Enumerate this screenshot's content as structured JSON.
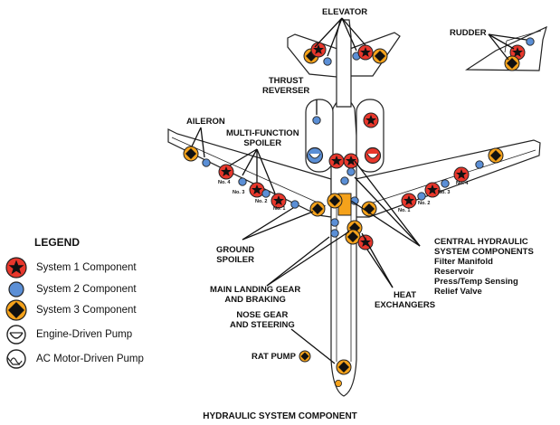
{
  "labels": {
    "elevator": "ELEVATOR",
    "rudder": "RUDDER",
    "thrust_reverser": [
      "THRUST",
      "REVERSER"
    ],
    "aileron": "AILERON",
    "multi_function_spoiler": [
      "MULTI-FUNCTION",
      "SPOILER"
    ],
    "ground_spoiler": [
      "GROUND",
      "SPOILER"
    ],
    "main_landing_gear": [
      "MAIN LANDING GEAR",
      "AND BRAKING"
    ],
    "nose_gear": [
      "NOSE GEAR",
      "AND STEERING"
    ],
    "rat_pump": "RAT PUMP",
    "heat_exchangers": [
      "HEAT",
      "EXCHANGERS"
    ],
    "central_hydraulic": [
      "CENTRAL HYDRAULIC",
      "SYSTEM COMPONENTS",
      "Filter Manifold",
      "Reservoir",
      "Press/Temp Sensing",
      "Relief Valve"
    ],
    "spoiler_numbers": [
      "No. 4",
      "No. 3",
      "No. 2",
      "No. 1",
      "No. 1",
      "No. 2",
      "No. 3",
      "No. 4"
    ]
  },
  "legend": {
    "title": "LEGEND",
    "items": [
      {
        "symbol": "star",
        "label": "System 1 Component"
      },
      {
        "symbol": "circle",
        "label": "System 2 Component"
      },
      {
        "symbol": "diamond",
        "label": "System 3 Component"
      },
      {
        "symbol": "engine-driven-pump-icon",
        "label": "Engine-Driven Pump"
      },
      {
        "symbol": "ac-motor-pump-icon",
        "label": "AC Motor-Driven Pump"
      }
    ]
  },
  "caption": "HYDRAULIC SYSTEM COMPONENT",
  "colors": {
    "system1": "#e8372c",
    "system2": "#5b8fd6",
    "system3": "#f5a21b",
    "outline": "#222222"
  }
}
